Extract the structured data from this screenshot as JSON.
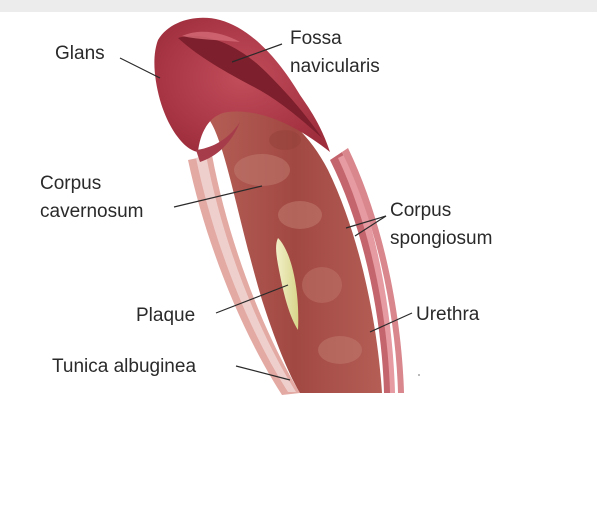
{
  "labels": {
    "glans": "Glans",
    "fossa_line1": "Fossa",
    "fossa_line2": "navicularis",
    "corpus_cav_line1": "Corpus",
    "corpus_cav_line2": "cavernosum",
    "corpus_spong_line1": "Corpus",
    "corpus_spong_line2": "spongiosum",
    "plaque": "Plaque",
    "urethra": "Urethra",
    "tunica": "Tunica albuginea"
  },
  "colors": {
    "glans": "#b8404f",
    "glans_dark": "#8f2233",
    "cavernosum": "#a8524b",
    "cavernosum_light": "#c98a80",
    "tunica": "#e8b8b4",
    "tunica_outer": "#d99a95",
    "plaque": "#e6e3a8",
    "spongiosum": "#b9535a",
    "urethra": "#d87f86",
    "skin": "#e7aaa6"
  }
}
